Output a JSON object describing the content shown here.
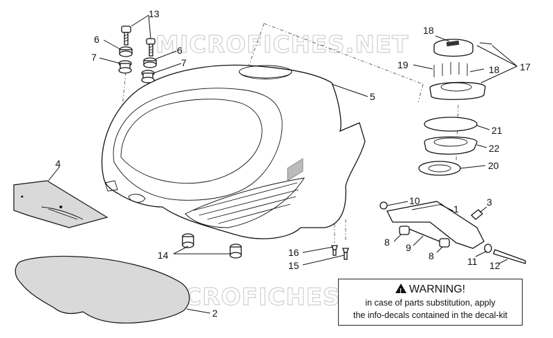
{
  "watermark": "MICROFICHES.NET",
  "callouts": [
    {
      "id": "c13",
      "text": "13"
    },
    {
      "id": "c6a",
      "text": "6"
    },
    {
      "id": "c6b",
      "text": "6"
    },
    {
      "id": "c7a",
      "text": "7"
    },
    {
      "id": "c7b",
      "text": "7"
    },
    {
      "id": "c5",
      "text": "5"
    },
    {
      "id": "c4",
      "text": "4"
    },
    {
      "id": "c2",
      "text": "2"
    },
    {
      "id": "c14",
      "text": "14"
    },
    {
      "id": "c16",
      "text": "16"
    },
    {
      "id": "c15",
      "text": "15"
    },
    {
      "id": "c18a",
      "text": "18"
    },
    {
      "id": "c19",
      "text": "19"
    },
    {
      "id": "c18b",
      "text": "18"
    },
    {
      "id": "c17",
      "text": "17"
    },
    {
      "id": "c21",
      "text": "21"
    },
    {
      "id": "c22",
      "text": "22"
    },
    {
      "id": "c20",
      "text": "20"
    },
    {
      "id": "c10",
      "text": "10"
    },
    {
      "id": "c3",
      "text": "3"
    },
    {
      "id": "c1",
      "text": "1"
    },
    {
      "id": "c8a",
      "text": "8"
    },
    {
      "id": "c9",
      "text": "9"
    },
    {
      "id": "c8b",
      "text": "8"
    },
    {
      "id": "c11",
      "text": "11"
    },
    {
      "id": "c12",
      "text": "12"
    }
  ],
  "warning": {
    "title": "WARNING!",
    "line1": "in case of parts substitution, apply",
    "line2": "the info-decals contained in the decal-kit"
  }
}
